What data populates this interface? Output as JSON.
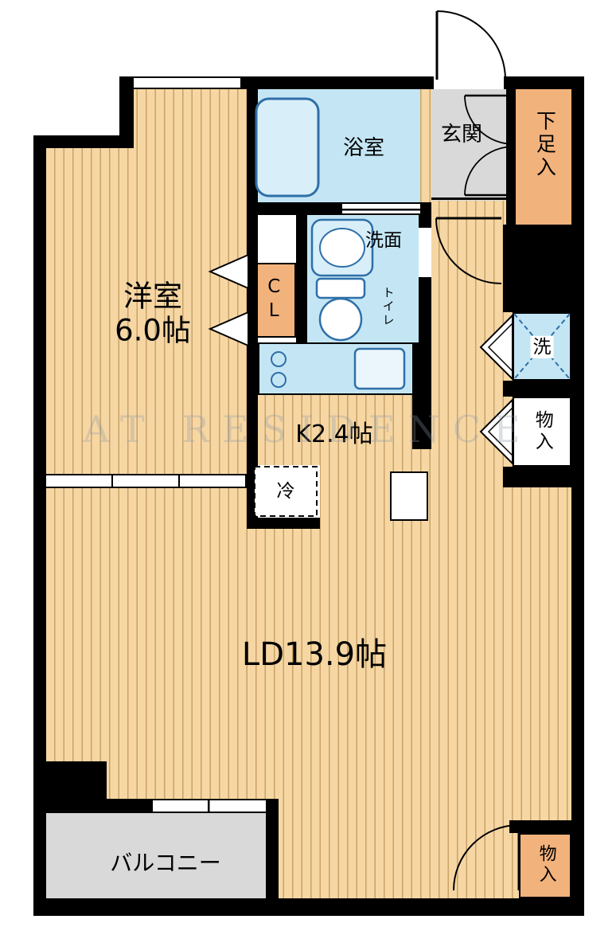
{
  "watermark": "AT RESIDENCE",
  "rooms": {
    "western": {
      "label": "洋室",
      "size": "6.0帖"
    },
    "bath": {
      "label": "浴室"
    },
    "entrance": {
      "label": "玄関"
    },
    "shoe": {
      "label": "下足入"
    },
    "closet": {
      "label": "CL"
    },
    "wash": {
      "label": "洗面"
    },
    "toilet": {
      "label": "トイレ"
    },
    "kitchen": {
      "label": "K2.4帖"
    },
    "fridge": {
      "label": "冷"
    },
    "laundry": {
      "label": "洗"
    },
    "storage_mid": {
      "label": "物入"
    },
    "living": {
      "label": "LD13.9帖"
    },
    "balcony": {
      "label": "バルコニー"
    },
    "storage_bottom": {
      "label": "物入"
    }
  },
  "colors": {
    "wall": "#000000",
    "wood_floor": "#f6d7a4",
    "wood_stripe": "#c9a266",
    "wet_area": "#c4e6f4",
    "fixture_stroke": "#2f6fa8",
    "closet_fill": "#f2b27c",
    "concrete": "#d9d9d9"
  }
}
